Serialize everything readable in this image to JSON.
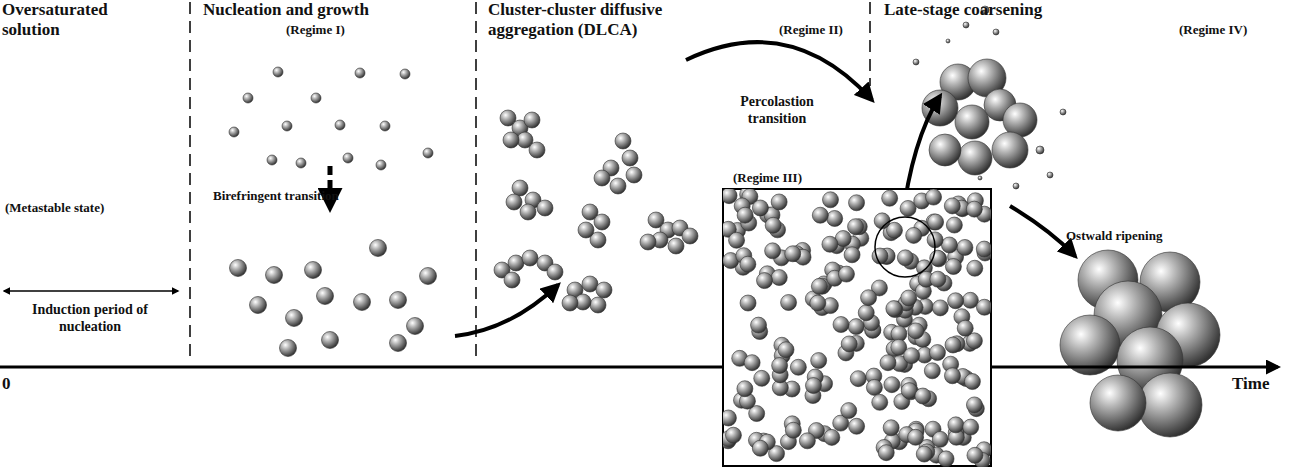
{
  "diagram": {
    "labels": [
      "Oversaturated solution",
      "Nucleation and growth",
      "(Regime I)",
      "Cluster-cluster diffusive aggregation (DLCA)",
      "(Regime II)",
      "Late-stage coarsening",
      "(Regime IV)",
      "(Metastable state)",
      "Birefringent transition",
      "Percolastion transition",
      "(Regime III)",
      "Ostwald ripening",
      "Induction period of nucleation",
      "0",
      "Time"
    ]
  }
}
